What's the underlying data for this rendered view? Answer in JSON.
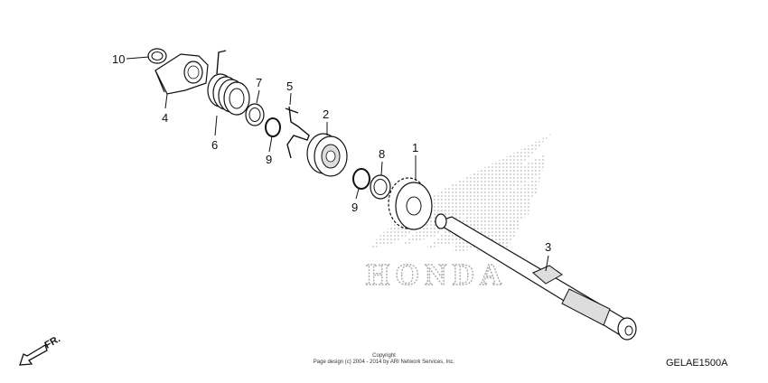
{
  "diagram": {
    "brand_watermark": "HONDA",
    "part_code": "GELAE1500A",
    "direction_label": "FR.",
    "copyright_line1": "Copyright",
    "copyright_line2": "Page design (c) 2004 - 2014 by ARI Network Services, Inc.",
    "callouts": [
      {
        "id": "10",
        "label": "10"
      },
      {
        "id": "4",
        "label": "4"
      },
      {
        "id": "6",
        "label": "6"
      },
      {
        "id": "7",
        "label": "7"
      },
      {
        "id": "9a",
        "label": "9"
      },
      {
        "id": "5",
        "label": "5"
      },
      {
        "id": "2",
        "label": "2"
      },
      {
        "id": "8",
        "label": "8"
      },
      {
        "id": "9b",
        "label": "9"
      },
      {
        "id": "1",
        "label": "1"
      },
      {
        "id": "3",
        "label": "3"
      }
    ]
  }
}
